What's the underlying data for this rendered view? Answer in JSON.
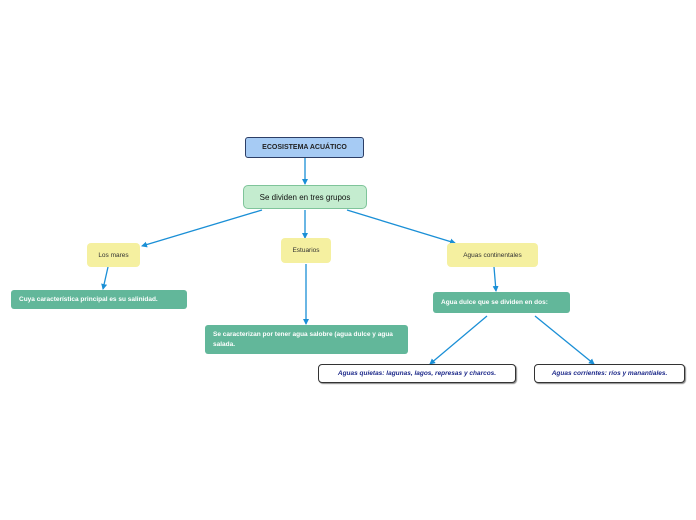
{
  "root": "ECOSISTEMA ACUÁTICO",
  "main": "Se dividen en tres grupos",
  "branches": {
    "mares": "Los mares",
    "estuarios": "Estuarios",
    "continentales": "Aguas continentales"
  },
  "details": {
    "mares": "Cuya característica principal es su salinidad.",
    "estuarios": "Se caracterizan por tener agua salobre (agua dulce y agua salada.",
    "continentales": "Agua dulce que se dividen en dos:"
  },
  "leaves": {
    "quietas": "Aguas quietas: lagunas, lagos, represas y charcos.",
    "corrientes": "Aguas corrientes: ríos y manantiales."
  },
  "colors": {
    "edge": "#1a8fd6",
    "root_fill": "#a6cbf4",
    "main_fill": "#c4eccf",
    "branch_fill": "#f5f0a0",
    "detail_fill": "#62b79a",
    "leaf_text": "#1e2a8a"
  }
}
